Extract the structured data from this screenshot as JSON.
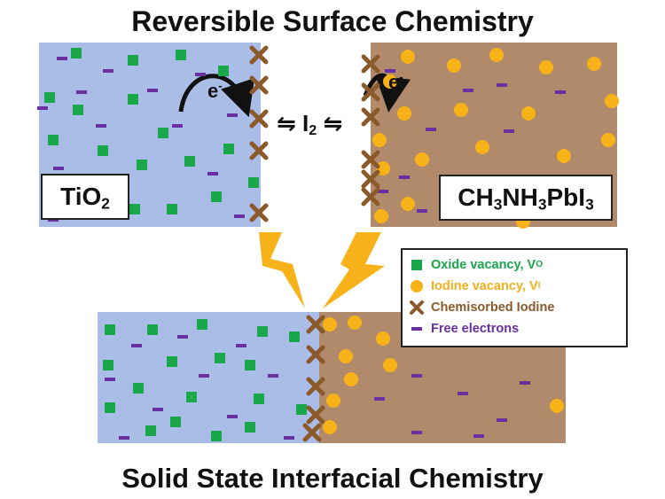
{
  "titles": {
    "top": "Reversible Surface Chemistry",
    "bottom": "Solid State Interfacial Chemistry"
  },
  "materials": {
    "left_base": "TiO",
    "left_sub": "2",
    "right_parts": [
      "CH",
      "3",
      "NH",
      "3",
      "PbI",
      "3"
    ]
  },
  "electron_symbol": "e",
  "electron_charge": "-",
  "equilibrium": {
    "left_arrow": "⇋",
    "species": "I",
    "species_sub": "2",
    "right_arrow": "⇋"
  },
  "legend": {
    "items": [
      {
        "text": "Oxide vacancy, V",
        "sub": "O",
        "color": "#1aa64a",
        "symbol": "square"
      },
      {
        "text": "Iodine vacancy, V",
        "sub": "I",
        "color": "#f2b01e",
        "symbol": "circle"
      },
      {
        "text": "Chemisorbed Iodine",
        "sub": "",
        "color": "#8b5a2b",
        "symbol": "cross"
      },
      {
        "text": "Free electrons",
        "sub": "",
        "color": "#6a2fa0",
        "symbol": "dash"
      }
    ]
  },
  "colors": {
    "tio2_region": "#a9bde6",
    "perovskite_region": "#b08a6a",
    "oxide_vacancy": "#1aa64a",
    "iodine_vacancy": "#f7b21a",
    "chemisorbed_iodine": "#8b5a2b",
    "free_electron": "#6a2fa0",
    "lightning": "#f7b21a"
  }
}
